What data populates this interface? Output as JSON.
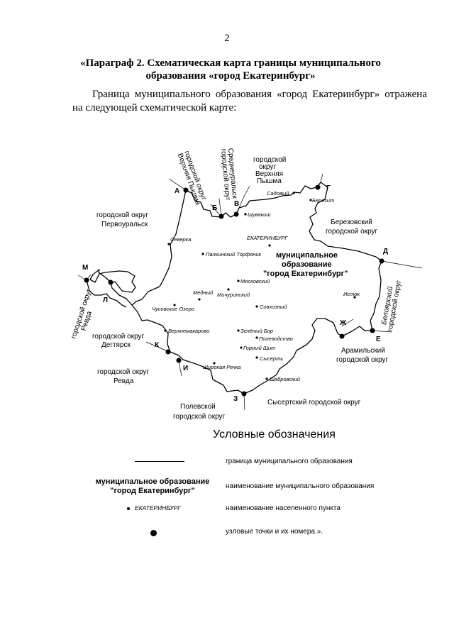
{
  "page": {
    "number": "2",
    "heading_line1": "«Параграф 2. Схематическая карта границы муниципального",
    "heading_line2": "образования «город Екатеринбург»",
    "intro": "Граница муниципального образования «город Екатеринбург» отражена на следующей схематической карте:"
  },
  "map": {
    "neighbors": {
      "verkhnyaya_pyshma_rot_line1": "городской округ",
      "verkhnyaya_pyshma_rot_line2": "Верхняя Пышма",
      "sredneuralsk_line1": "городской округ",
      "sredneuralsk_line2": "Среднеуральск",
      "verkhnyaya_pyshma_line1": "городской",
      "verkhnyaya_pyshma_line2": "округ",
      "verkhnyaya_pyshma_line3": "Верхняя",
      "verkhnyaya_pyshma_line4": "Пышма",
      "pervouralsk_line1": "городской округ",
      "pervouralsk_line2": "Первоуральск",
      "berezovsky_line1": "Березовский",
      "berezovsky_line2": "городской округ",
      "revda_rot_line1": "городской округ",
      "revda_rot_line2": "Ревда",
      "degtyarsk_line1": "городской округ",
      "degtyarsk_line2": "Дегтярск",
      "revda_line1": "городской округ",
      "revda_line2": "Ревда",
      "beloyarsky_line1": "Белоярский",
      "beloyarsky_line2": "городской округ",
      "aramil_line1": "Арамильский",
      "aramil_line2": "городской округ",
      "polevskoy_line1": "Полевской",
      "polevskoy_line2": "городской округ",
      "sysert": "Сысертский городской округ"
    },
    "municipality": {
      "line1": "муниципальное",
      "line2": "образование",
      "line3": "\"город Екатеринбург\""
    },
    "settlements": {
      "ekaterinburg": "ЕКАТЕРИНБУРГ",
      "shuvakish": "Шувакиш",
      "sadovy": "Садовый",
      "berezit": "Березит",
      "severka": "Северка",
      "palkinsky_torfyanik": "Палкинский Торфяник",
      "moskovsky": "Московский",
      "medny": "Медный",
      "michurinsky": "Мичуринский",
      "sovkhozny": "Совхозный",
      "chusovskoe_ozero": "Чусовское Озеро",
      "istok": "Исток",
      "verkhnemakarovo": "Верхнемакарово",
      "zelyony_bor": "Зелёный Бор",
      "polevodstvo": "Полеводство",
      "gorny_shchit": "Горный Щит",
      "syserть": "Сысерть",
      "shirokaya_rechka": "Широкая Речка",
      "shabrovsky": "Шабровский"
    },
    "nodes": {
      "a": "А",
      "b": "Б",
      "v": "В",
      "g": "Г",
      "d": "Д",
      "e": "Е",
      "zh": "Ж",
      "z": "З",
      "i": "И",
      "k": "К",
      "l": "Л",
      "m": "М"
    }
  },
  "legend": {
    "title": "Условные обозначения",
    "boundary_desc": "граница муниципального образования",
    "mo_sample_line1": "муниципальное образование",
    "mo_sample_line2": "\"город Екатеринбург\"",
    "mo_desc": "наименование муниципального образования",
    "settlement_sample": "ЕКАТЕРИНБУРГ",
    "settlement_desc": "наименование населенного пункта",
    "node_desc": "узловые точки и их номера.»."
  }
}
